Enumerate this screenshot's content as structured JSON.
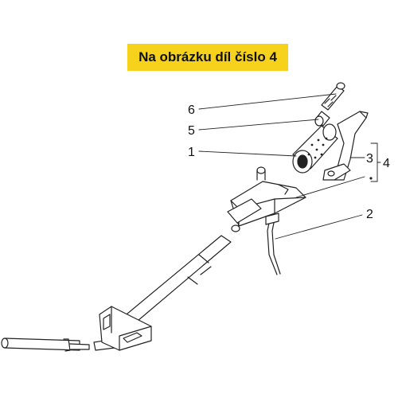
{
  "banner": {
    "text": "Na obrázku díl číslo 4"
  },
  "callouts": {
    "c6": "6",
    "c5": "5",
    "c1": "1",
    "c3": "3",
    "c4": "4",
    "c2": "2"
  }
}
